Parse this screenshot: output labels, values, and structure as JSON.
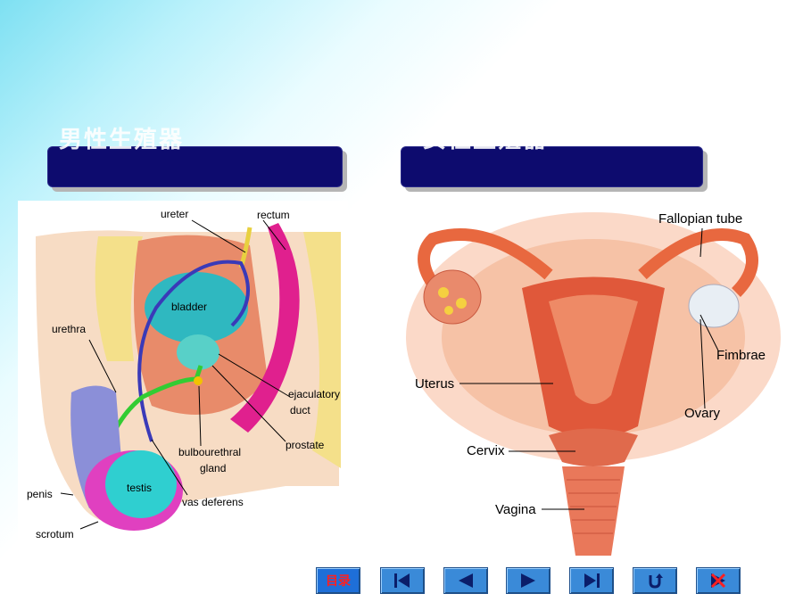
{
  "slide": {
    "left_heading": "男性生殖器",
    "right_heading": "女性生殖器"
  },
  "male_diagram": {
    "labels": {
      "ureter": "ureter",
      "rectum": "rectum",
      "bladder": "bladder",
      "urethra": "urethra",
      "ejaculatory_duct_1": "ejaculatory",
      "ejaculatory_duct_2": "duct",
      "prostate": "prostate",
      "bulbourethral_1": "bulbourethral",
      "bulbourethral_2": "gland",
      "testis": "testis",
      "vas_deferens": "vas deferens",
      "penis": "penis",
      "scrotum": "scrotum"
    }
  },
  "female_diagram": {
    "labels": {
      "fallopian_tube": "Fallopian tube",
      "fimbrae": "Fimbrae",
      "ovary": "Ovary",
      "uterus": "Uterus",
      "cervix": "Cervix",
      "vagina": "Vagina"
    }
  },
  "navigation": {
    "toc_label": "目录",
    "buttons": [
      {
        "name": "first-slide-icon"
      },
      {
        "name": "previous-slide-icon"
      },
      {
        "name": "next-slide-icon"
      },
      {
        "name": "last-slide-icon"
      },
      {
        "name": "return-icon"
      },
      {
        "name": "exit-icon"
      }
    ]
  },
  "colors": {
    "heading_bar": "#0d0b6e",
    "nav_button": "#3a8ad8",
    "bladder": "#2fb8c0",
    "rectum": "#e0208e",
    "urethra": "#33cc33",
    "vas_deferens": "#3a3ab8",
    "uterus": "#e0583a"
  }
}
